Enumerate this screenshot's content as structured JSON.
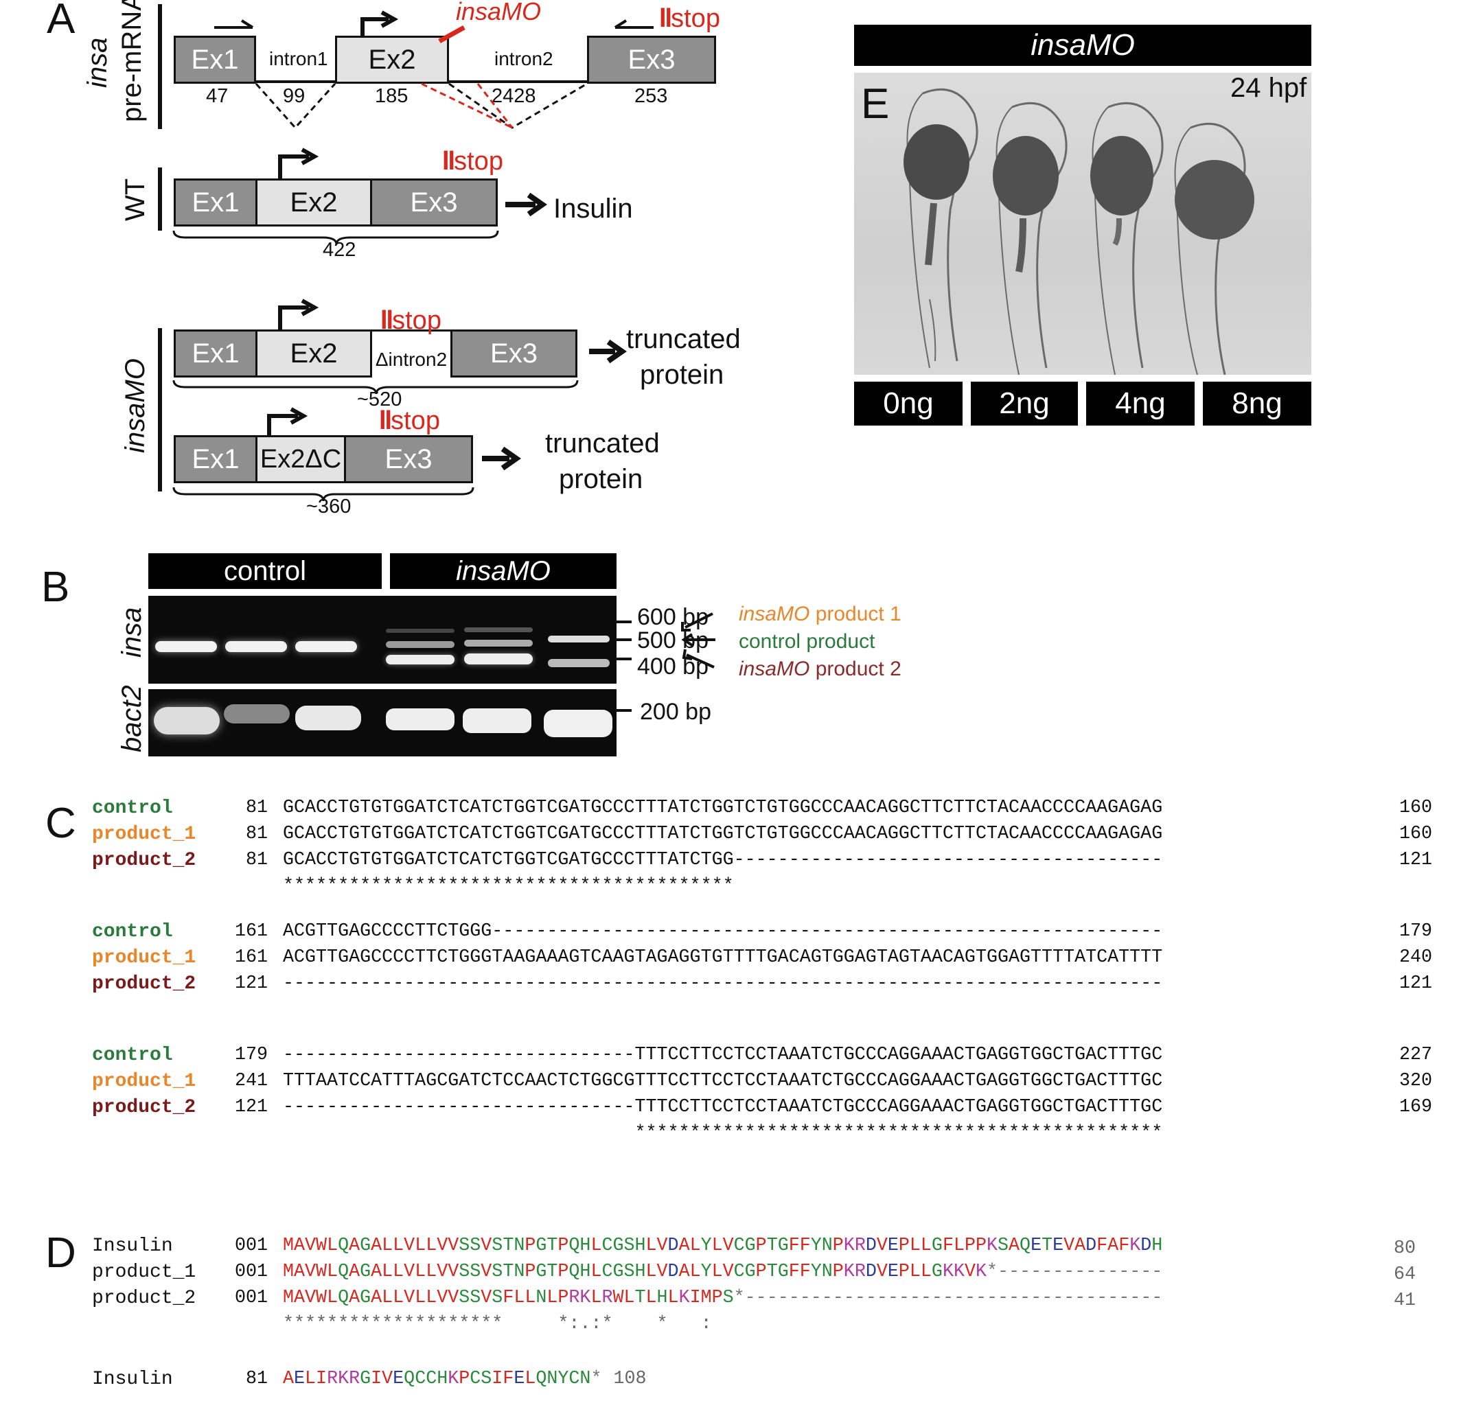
{
  "panels": {
    "A": "A",
    "B": "B",
    "C": "C",
    "D": "D",
    "E": "E"
  },
  "panel_a": {
    "premrna_label_italic": "insa",
    "premrna_label": "pre-mRNA",
    "wt_label": "WT",
    "insamo_label": "insaMO",
    "insamo_red": "insaMO",
    "stop": "stop",
    "exons": {
      "ex1": "Ex1",
      "ex2": "Ex2",
      "ex3": "Ex3",
      "intron1": "intron1",
      "intron2": "intron2",
      "dintron2": "Δintron2",
      "ex2dc": "Ex2ΔC"
    },
    "lengths": {
      "ex1": "47",
      "intron1": "99",
      "ex2": "185",
      "intron2": "2428",
      "ex3": "253",
      "wt_total": "422",
      "mo1_total": "~520",
      "mo2_total": "~360"
    },
    "insulin": "Insulin",
    "truncated_line1": "truncated",
    "truncated_line2": "protein"
  },
  "panel_b": {
    "control": "control",
    "insamo": "insaMO",
    "insa": "insa",
    "bact2": "bact2",
    "markers": [
      "600 bp",
      "500 bp",
      "400 bp",
      "200 bp"
    ],
    "product1_it": "insaMO",
    "product1_rest": " product 1",
    "control_product": "control product",
    "product2_it": "insaMO",
    "product2_rest": " product 2",
    "colors": {
      "product1": "#e8862a",
      "control": "#2a7a3c",
      "product2": "#8a2a2a"
    }
  },
  "panel_c": {
    "blocks": [
      {
        "rows": [
          {
            "name": "control",
            "start": "81",
            "seq": "GCACCTGTGTGGATCTCATCTGGTCGATGCCCTTTATCTGGTCTGTGGCCCAACAGGCTTCTTCTACAACCCCAAGAGAG",
            "end": "160"
          },
          {
            "name": "product_1",
            "start": "81",
            "seq": "GCACCTGTGTGGATCTCATCTGGTCGATGCCCTTTATCTGGTCTGTGGCCCAACAGGCTTCTTCTACAACCCCAAGAGAG",
            "end": "160"
          },
          {
            "name": "product_2",
            "start": "81",
            "seq": "GCACCTGTGTGGATCTCATCTGGTCGATGCCCTTTATCTGG---------------------------------------",
            "end": "121"
          }
        ],
        "consensus": "*****************************************"
      },
      {
        "rows": [
          {
            "name": "control",
            "start": "161",
            "seq": "ACGTTGAGCCCCTTCTGGG-------------------------------------------------------------",
            "end": "179"
          },
          {
            "name": "product_1",
            "start": "161",
            "seq": "ACGTTGAGCCCCTTCTGGGTAAGAAAGTCAAGTAGAGGTGTTTTGACAGTGGAGTAGTAACAGTGGAGTTTTATCATTTT",
            "end": "240"
          },
          {
            "name": "product_2",
            "start": "121",
            "seq": "--------------------------------------------------------------------------------",
            "end": "121"
          }
        ],
        "consensus": ""
      },
      {
        "rows": [
          {
            "name": "control",
            "start": "179",
            "seq": "--------------------------------TTTCCTTCCTCCTAAATCTGCCCAGGAAACTGAGGTGGCTGACTTTGC",
            "end": "227"
          },
          {
            "name": "product_1",
            "start": "241",
            "seq": "TTTAATCCATTTAGCGATCTCCAACTCTGGCGTTTCCTTCCTCCTAAATCTGCCCAGGAAACTGAGGTGGCTGACTTTGC",
            "end": "320"
          },
          {
            "name": "product_2",
            "start": "121",
            "seq": "--------------------------------TTTCCTTCCTCCTAAATCTGCCCAGGAAACTGAGGTGGCTGACTTTGC",
            "end": "169"
          }
        ],
        "consensus": "                                ************************************************"
      }
    ],
    "name_colors": {
      "control": "#2a7a3c",
      "product_1": "#e8862a",
      "product_2": "#7a1a1a"
    }
  },
  "panel_d": {
    "rows": [
      {
        "name": "Insulin",
        "start": "001",
        "seq": "MAVWLQAGALLVLLVVSSVSTNPGTPQHLCGSHLVDALYLVCGPTGFFYNPKRDVEPLLGFLPPKSAQETEVADFAFKDH",
        "end": "80"
      },
      {
        "name": "product_1",
        "start": "001",
        "seq": "MAVWLQAGALLVLLVVSSVSTNPGTPQHLCGSHLVDALYLVCGPTGFFYNPKRDVEPLLGKKVK*---------------",
        "end": "64"
      },
      {
        "name": "product_2",
        "start": "001",
        "seq": "MAVWLQAGALLVLLVVSSVSFLLNLPRKLRWLTLHLKIMPS*--------------------------------------",
        "end": "41"
      }
    ],
    "consensus": "********************     *:.:*    *   :",
    "row2": {
      "name": "Insulin",
      "start": "81",
      "seq": "AELIRKRGIVEQCCHKPCSIFELQNYCN*",
      "end": "108"
    },
    "aa_colors": {
      "red": "#d8281e",
      "green": "#2a8a3c",
      "blue": "#2a3aa0",
      "magenta": "#b03aa0",
      "gray": "#777777"
    }
  },
  "panel_e": {
    "title": "insaMO",
    "stage": "24 hpf",
    "doses": [
      "0ng",
      "2ng",
      "4ng",
      "8ng"
    ]
  }
}
